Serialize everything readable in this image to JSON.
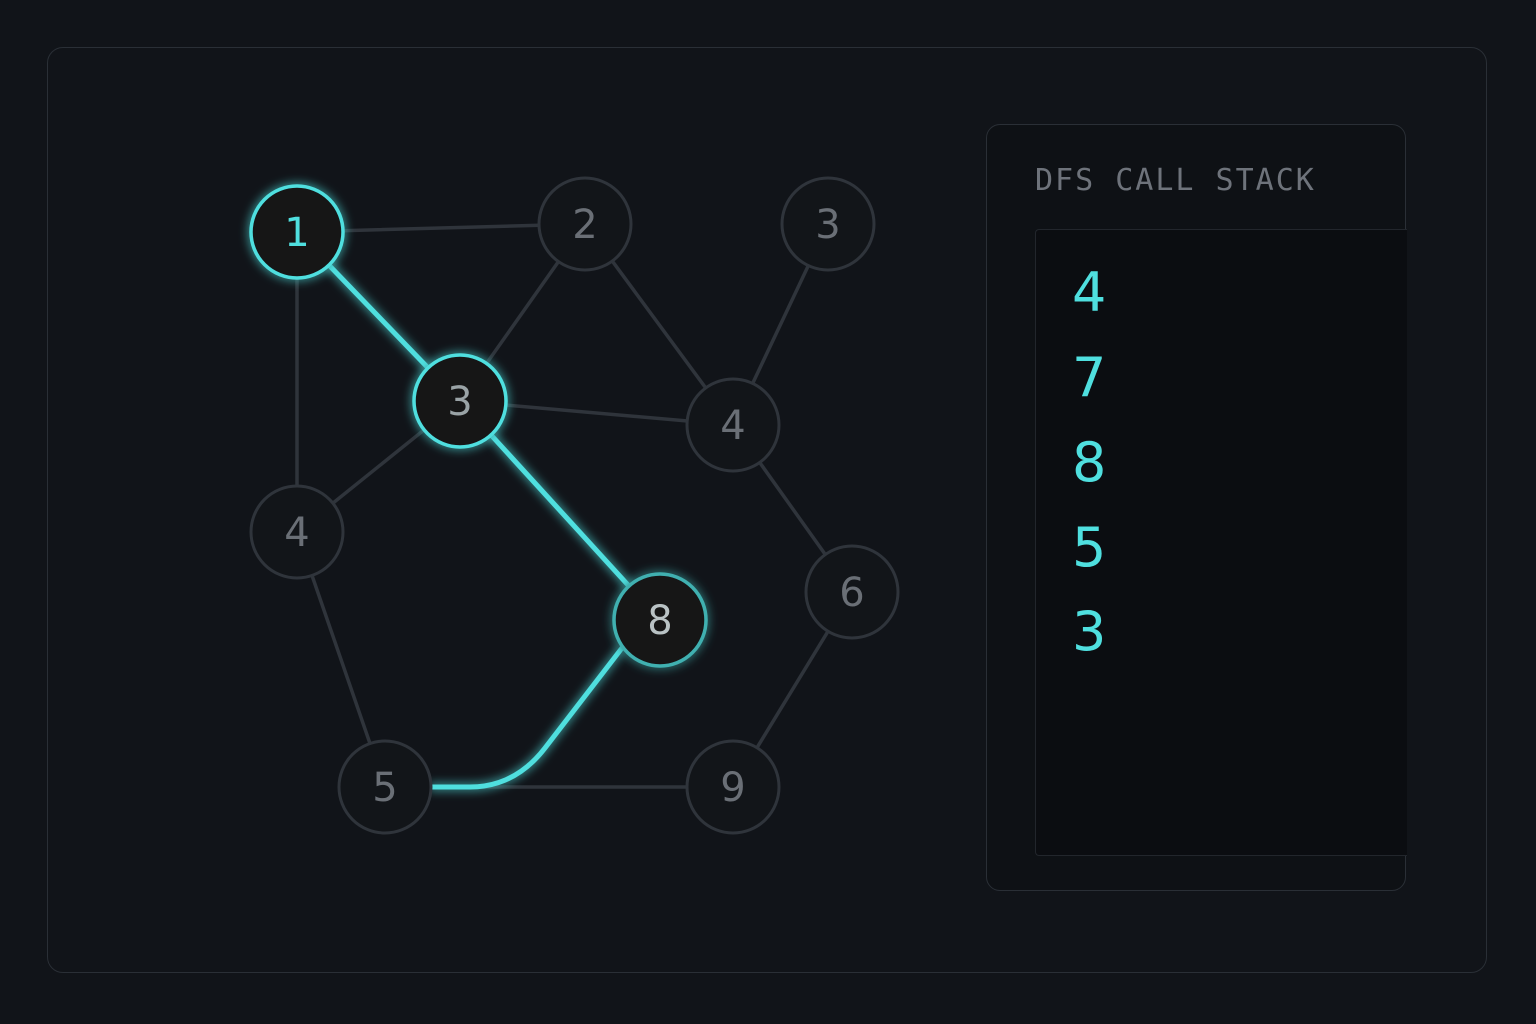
{
  "graph": {
    "nodes": [
      {
        "id": "n1",
        "label": "1",
        "state": "active"
      },
      {
        "id": "n2",
        "label": "2",
        "state": "idle"
      },
      {
        "id": "n3top",
        "label": "3",
        "state": "idle"
      },
      {
        "id": "n3",
        "label": "3",
        "state": "active"
      },
      {
        "id": "n4right",
        "label": "4",
        "state": "idle"
      },
      {
        "id": "n4left",
        "label": "4",
        "state": "idle"
      },
      {
        "id": "n6",
        "label": "6",
        "state": "idle"
      },
      {
        "id": "n8",
        "label": "8",
        "state": "active"
      },
      {
        "id": "n5",
        "label": "5",
        "state": "idle"
      },
      {
        "id": "n9",
        "label": "9",
        "state": "idle"
      }
    ],
    "edges": [
      {
        "from": "n1",
        "to": "n2",
        "highlighted": false
      },
      {
        "from": "n1",
        "to": "n4left",
        "highlighted": false
      },
      {
        "from": "n2",
        "to": "n3",
        "highlighted": false
      },
      {
        "from": "n2",
        "to": "n4right",
        "highlighted": false
      },
      {
        "from": "n3top",
        "to": "n4right",
        "highlighted": false
      },
      {
        "from": "n3",
        "to": "n4right",
        "highlighted": false
      },
      {
        "from": "n3",
        "to": "n4left",
        "highlighted": false
      },
      {
        "from": "n4left",
        "to": "n5",
        "highlighted": false
      },
      {
        "from": "n4right",
        "to": "n6",
        "highlighted": false
      },
      {
        "from": "n6",
        "to": "n9",
        "highlighted": false
      },
      {
        "from": "n5",
        "to": "n9",
        "highlighted": false
      },
      {
        "from": "n1",
        "to": "n3",
        "highlighted": true
      },
      {
        "from": "n3",
        "to": "n8",
        "highlighted": true
      },
      {
        "from": "n8",
        "to": "n5",
        "highlighted": true
      }
    ]
  },
  "stack": {
    "title": "DFS CALL STACK",
    "items": [
      "4",
      "7",
      "8",
      "5",
      "3"
    ]
  },
  "colors": {
    "accent": "#4fdfdf",
    "idle_stroke": "#2f343b",
    "idle_label": "#6a6f76",
    "background": "#111419"
  }
}
